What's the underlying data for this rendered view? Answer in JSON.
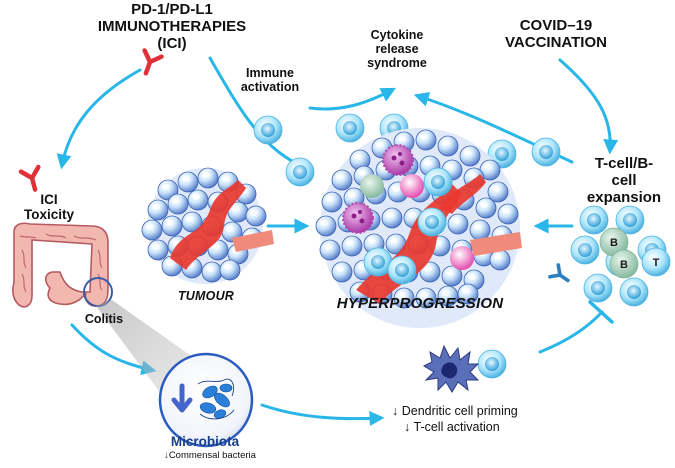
{
  "colors": {
    "arrow": "#29b6e8",
    "tumour_cell": "#6e8ed8",
    "tumour_red": "#e8382f",
    "immune_cell": "#7fd2f2",
    "antibody": "#e0303a",
    "microbiota_circle": "#2a5bbf",
    "colitis_circle": "#3b5ba8"
  },
  "labels": {
    "ici_title": [
      "PD-1/PD-L1",
      "IMMUNOTHERAPIES",
      "(ICI)"
    ],
    "covid_title": [
      "COVID–19",
      "VACCINATION"
    ],
    "cytokine": [
      "Cytokine",
      "release",
      "syndrome"
    ],
    "immune_activation": [
      "Immune",
      "activation"
    ],
    "tcell_expansion": [
      "T-cell/B-",
      "cell",
      "expansion"
    ],
    "ici_toxicity": [
      "ICI",
      "Toxicity"
    ],
    "tumour": "TUMOUR",
    "hyperprogression": "HYPERPROGRESSION",
    "colitis": "Colitis",
    "microbiota": "Microbiota",
    "commensal": "Commensal bacteria",
    "dendritic": "Dendritic cell priming",
    "tcell_activation": "T-cell activation",
    "down_arrow": "🠛",
    "cell_b": "B",
    "cell_t": "T"
  },
  "icons": [
    "antibody-icon",
    "down-arrow-icon",
    "inhibition-bar-icon",
    "dendritic-cell-icon"
  ]
}
